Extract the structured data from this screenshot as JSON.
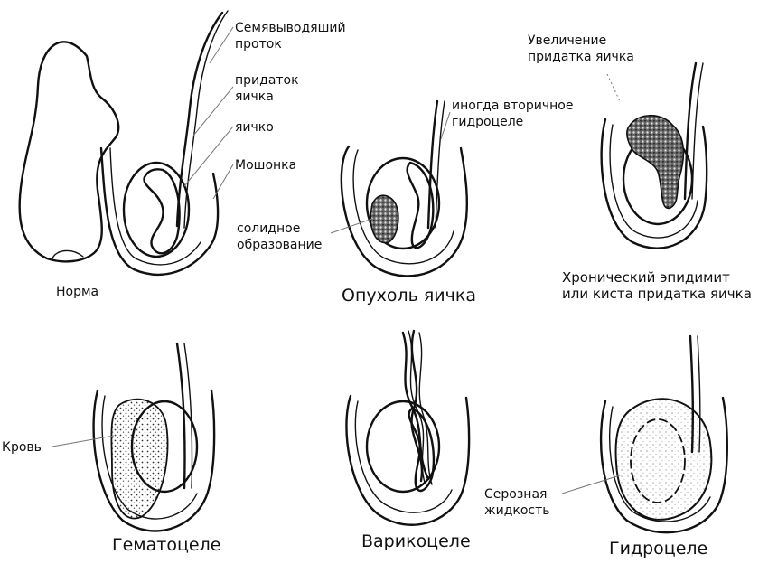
{
  "panels": {
    "normal": {
      "title": "Норма",
      "labels": {
        "vas_deferens": "Семявыводяший\nпроток",
        "epididymis": "придаток\nяичка",
        "testis": "яичко",
        "scrotum": "Мошонка"
      }
    },
    "tumor": {
      "title": "Опухоль яичка",
      "labels": {
        "secondary_hydrocele": "иногда вторичное\nгидроцеле",
        "solid_mass": "солидное\nобразование"
      }
    },
    "epididymitis": {
      "title": "Хронический эпидимит\nили киста придатка яичка",
      "labels": {
        "enlargement": "Увеличение\nпридатка яичка"
      }
    },
    "hematocele": {
      "title": "Гематоцеле",
      "labels": {
        "blood": "Кровь"
      }
    },
    "varicocele": {
      "title": "Варикоцеле"
    },
    "hydrocele": {
      "title": "Гидроцеле",
      "labels": {
        "serous_fluid": "Серозная\nжидкость"
      }
    }
  },
  "colors": {
    "ink": "#111111",
    "leader": "#777777",
    "background": "#ffffff"
  }
}
